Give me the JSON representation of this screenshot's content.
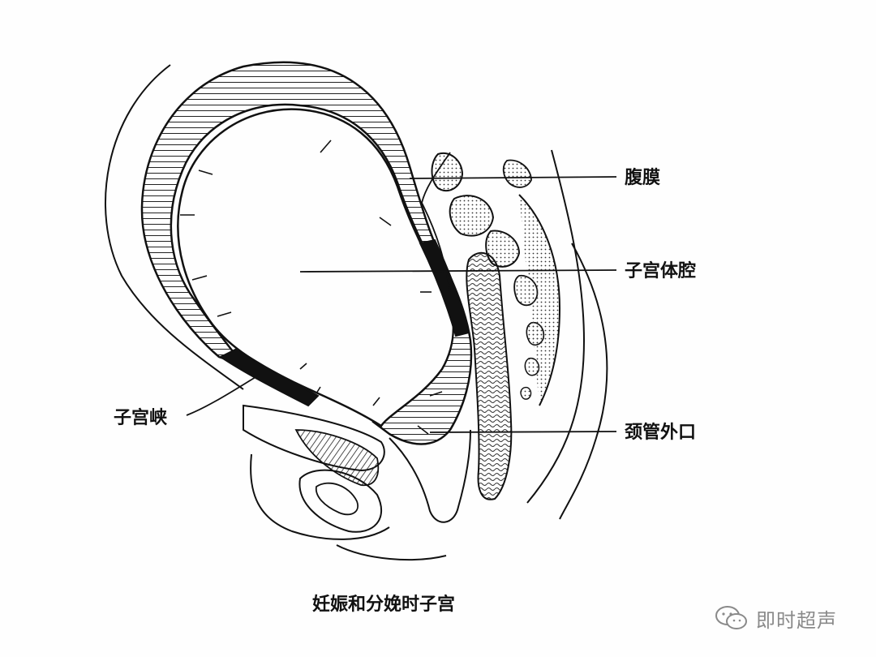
{
  "diagram": {
    "labels": {
      "peritoneum": "腹膜",
      "uterine_cavity": "子宫体腔",
      "isthmus": "子宫峡",
      "external_os": "颈管外口"
    },
    "caption": "妊娠和分娩时子宫"
  },
  "watermark": {
    "text": "即时超声",
    "icon": "wechat-icon"
  }
}
